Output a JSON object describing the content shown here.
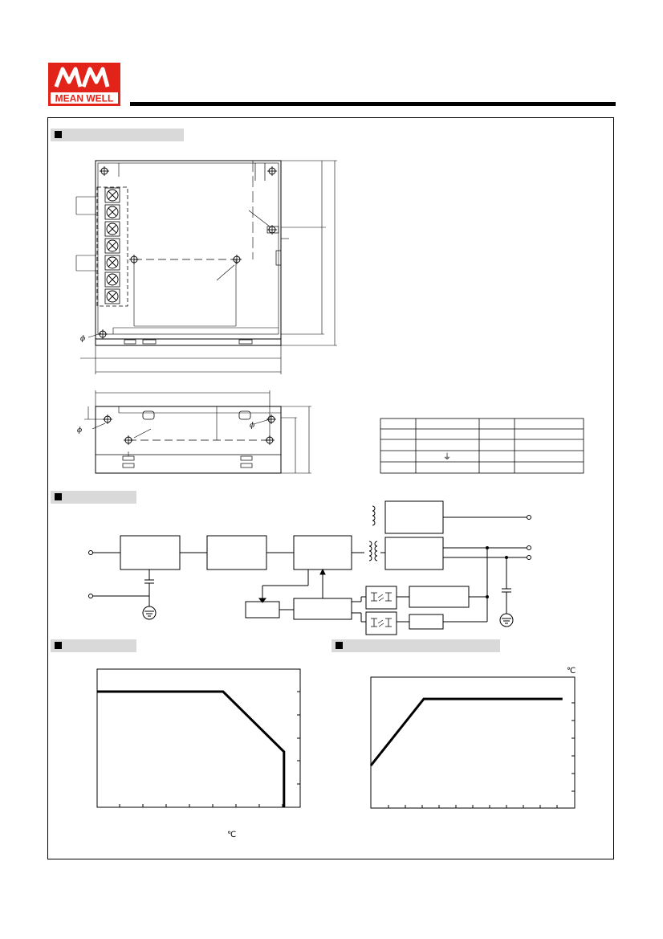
{
  "brand": {
    "logo_mark": "MW",
    "logo_text": "MEAN WELL",
    "brand_red": "#e2231a"
  },
  "terminal_table": {
    "ground_symbol": "⏚",
    "rows": 5,
    "columns": 4
  },
  "derating_chart": {
    "unit_label": "℃"
  },
  "output_chart": {
    "unit_label": "℃"
  },
  "chart_data": [
    {
      "type": "line",
      "series": [
        {
          "values": [
            [
              0,
              1
            ],
            [
              0.62,
              1
            ],
            [
              0.92,
              0.48
            ],
            [
              0.92,
              0
            ]
          ]
        }
      ]
    },
    {
      "type": "line",
      "series": [
        {
          "values": [
            [
              0,
              0.28
            ],
            [
              0.26,
              0.72
            ],
            [
              0.94,
              0.72
            ]
          ]
        }
      ]
    }
  ]
}
